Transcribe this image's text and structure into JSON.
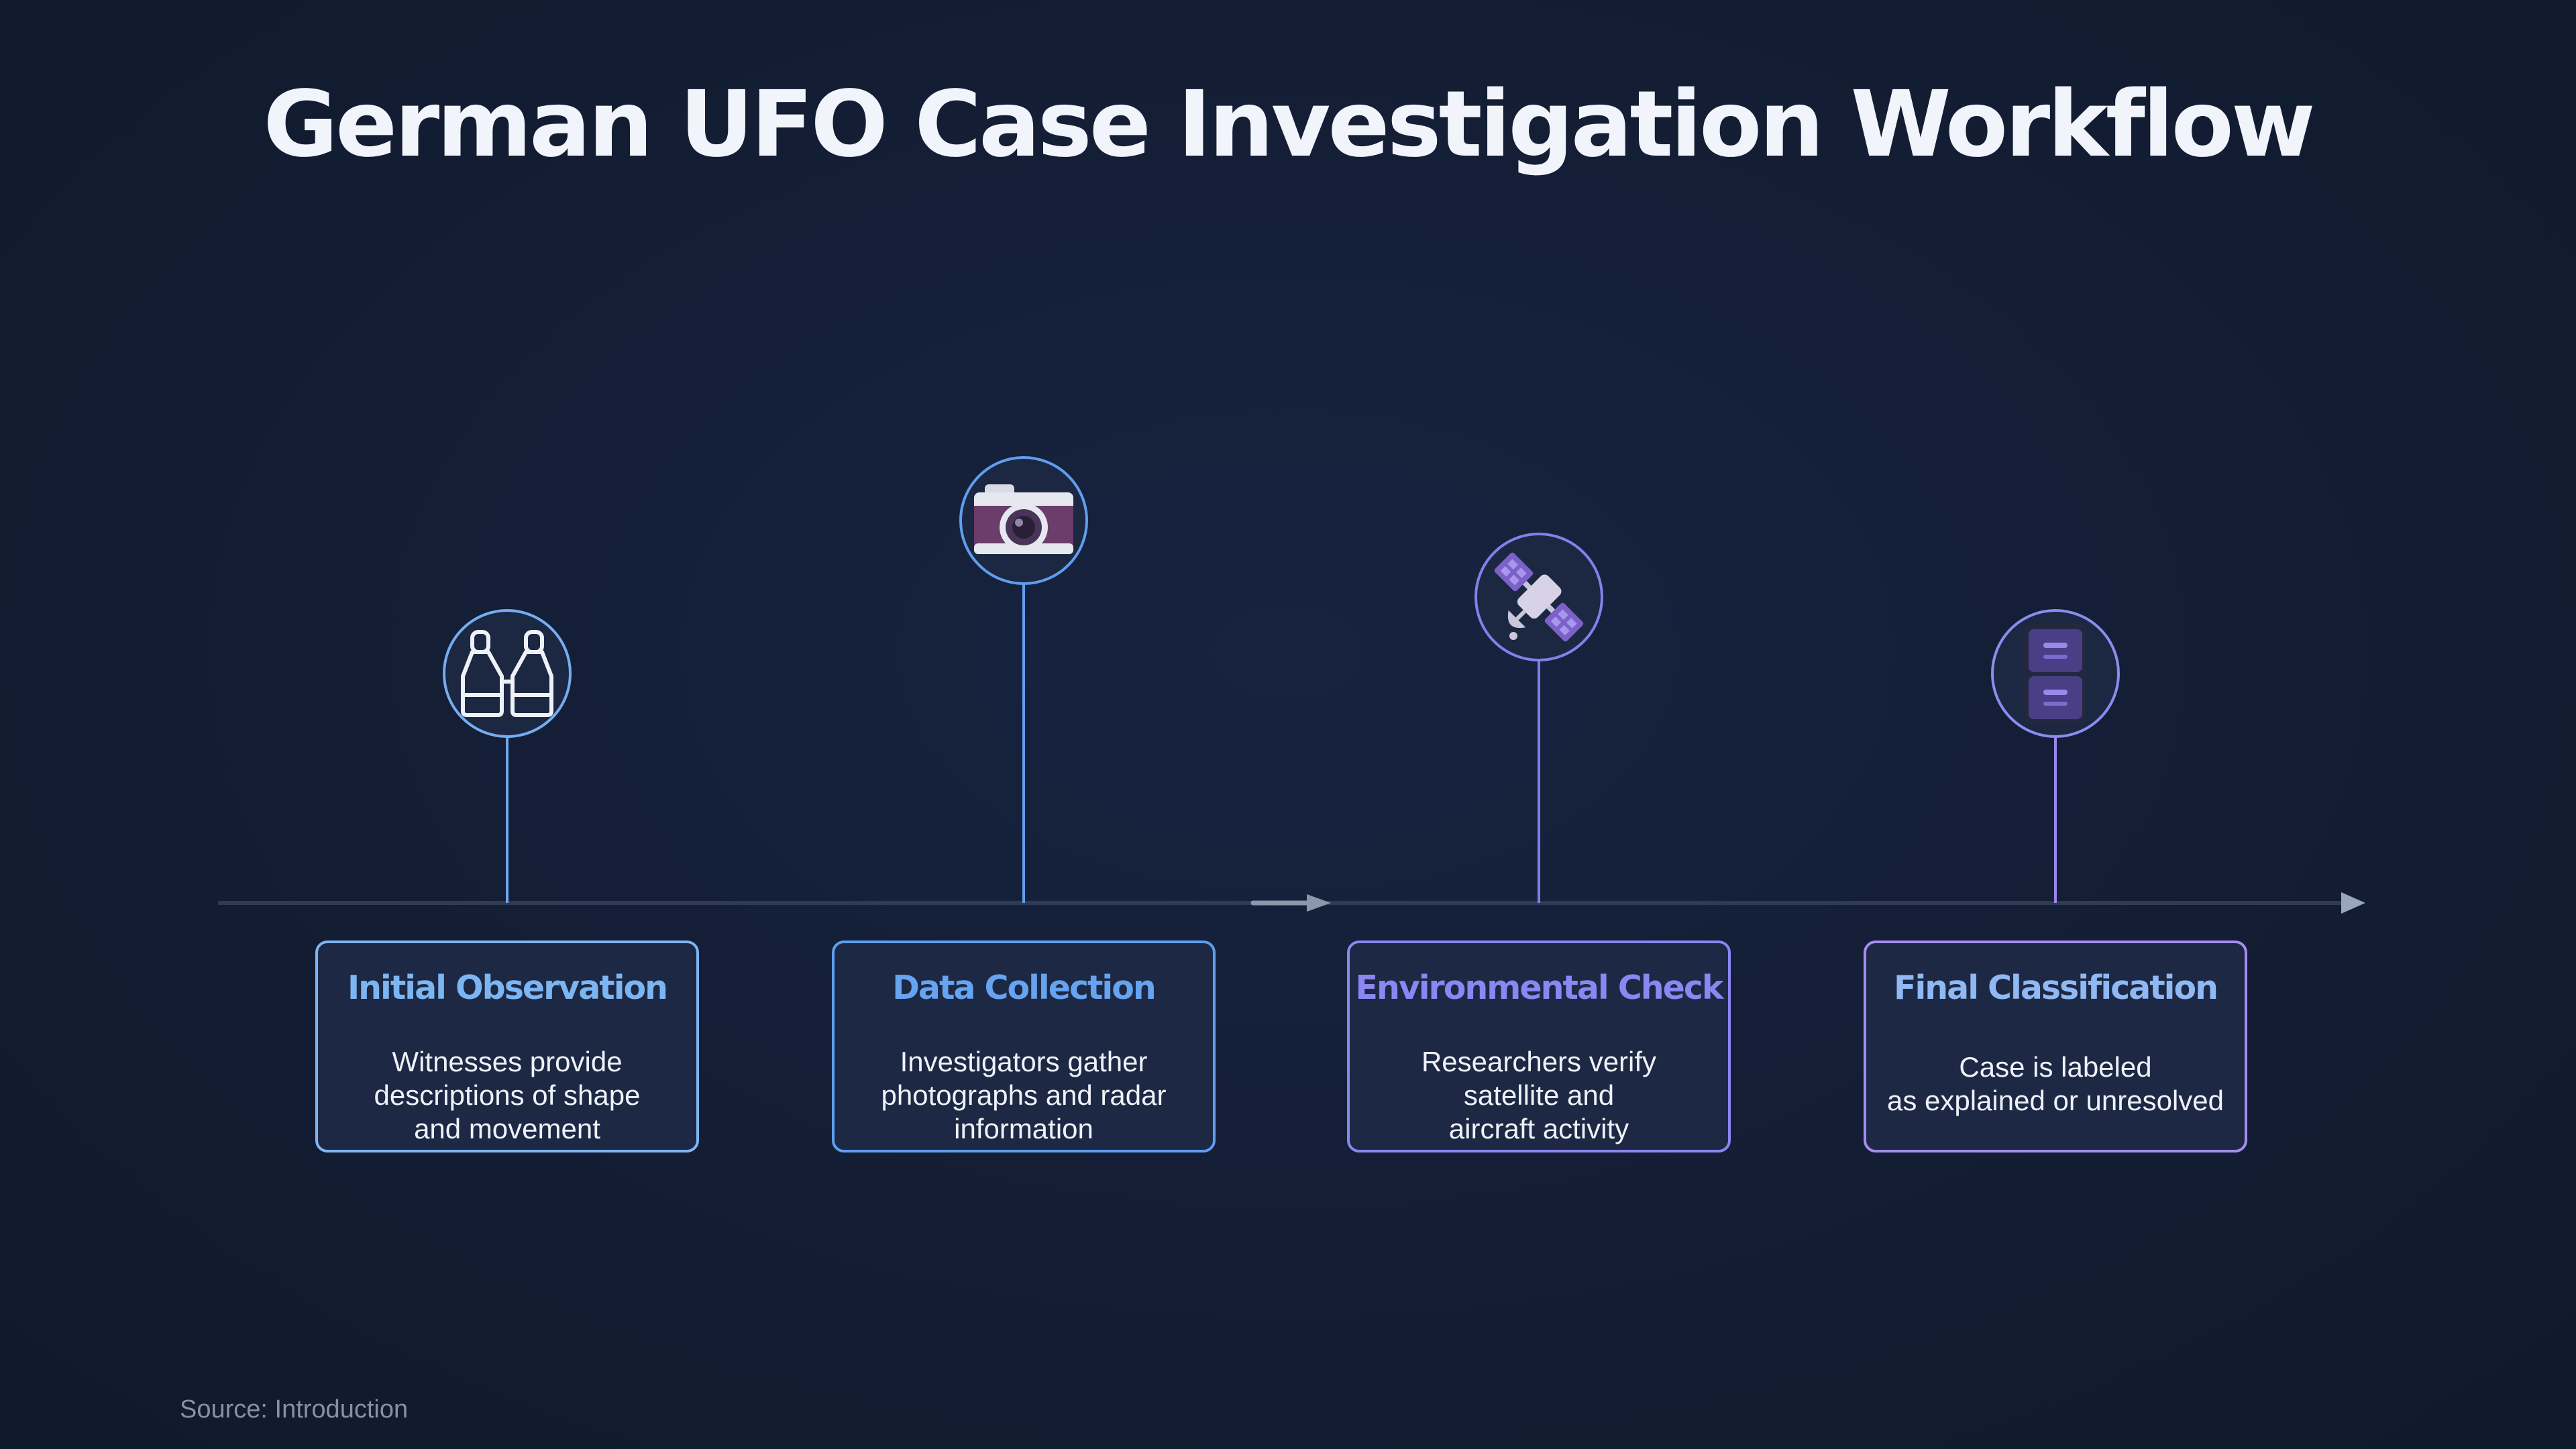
{
  "title": "German UFO Case Investigation Workflow",
  "source": "Source: Introduction",
  "colors": {
    "background": "#131d33",
    "axis": "#2f3a55",
    "step_blue": "#7db5f2",
    "step_mid_blue": "#66a3f0",
    "step_violet": "#8a86f2",
    "step_purple": "#a58cf2"
  },
  "steps": [
    {
      "title": "Initial Observation",
      "description": "Witnesses provide\ndescriptions of shape\nand movement",
      "icon": "binoculars-icon",
      "color": "#7db5f2"
    },
    {
      "title": "Data Collection",
      "description": "Investigators gather\nphotographs and radar\ninformation",
      "icon": "camera-icon",
      "color": "#66a3f0"
    },
    {
      "title": "Environmental Check",
      "description": "Researchers verify\nsatellite and\naircraft activity",
      "icon": "satellite-icon",
      "color": "#8a86f2"
    },
    {
      "title": "Final Classification",
      "description": "Case is labeled\nas explained or unresolved",
      "icon": "file-cabinet-icon",
      "color": "#a58cf2"
    }
  ]
}
